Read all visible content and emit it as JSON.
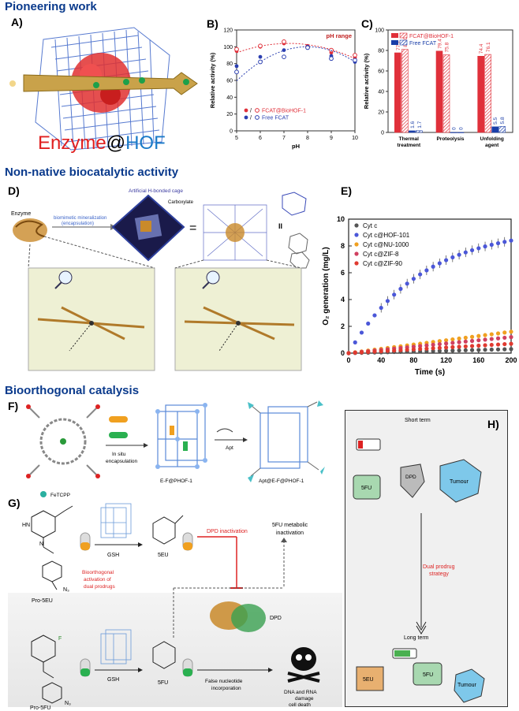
{
  "sections": {
    "pioneering": "Pioneering work",
    "nonnative": "Non-native biocatalytic activity",
    "bioorthogonal": "Bioorthogonal catalysis"
  },
  "panels": {
    "A": "A)",
    "B": "B)",
    "C": "C)",
    "D": "D)",
    "E": "E)",
    "F": "F)",
    "G": "G)",
    "H": "H)"
  },
  "panelA": {
    "enzyme": "Enzyme",
    "at": "@",
    "hof": "HOF"
  },
  "panelD": {
    "enzyme": "Enzyme",
    "cage": "Artificial H-bonded cage",
    "carboxylate": "Carboxylate",
    "mineral": "biomimetic mineralization",
    "encap": "(encapsulation)",
    "eq": "=",
    "ii": "II"
  },
  "panelF": {
    "insitu": "In situ",
    "encapsulation": "encapsulation",
    "apt": "Apt",
    "efp": "E-F@PHOF-1",
    "aptefp": "Apt@E-F@PHOF-1",
    "fetcpp": "FeTCPP"
  },
  "panelG": {
    "pro5eu": "Pro-5EU",
    "pro5fu": "Pro-5FU",
    "gsh1": "GSH",
    "gsh2": "GSH",
    "fiveeu": "5EU",
    "fivefu": "5FU",
    "dpdinact": "DPD inactivation",
    "metab1": "5FU metabolic",
    "metab2": "inactivation",
    "bio1": "Bioorthogonal",
    "bio2": "activation of",
    "bio3": "dual prodrugs",
    "dpd": "DPD",
    "false1": "False nucleotide",
    "false2": "incorporation",
    "dna1": "DNA and RNA",
    "dna2": "damage",
    "dna3": "cell death",
    "n3a": "N₃",
    "n3b": "N₃",
    "f": "F"
  },
  "panelH": {
    "shortterm": "Short term",
    "longterm": "Long term",
    "fivefu": "5FU",
    "dpd": "DPD",
    "tumour": "Tumour",
    "dual1": "Dual prodrug",
    "dual2": "strategy",
    "fivefu2": "5FU",
    "fiveeu": "5EU",
    "tumour2": "Tumour"
  },
  "chart_data": [
    {
      "type": "scatter",
      "panel": "B",
      "annotation": "pH range",
      "xlabel": "pH",
      "ylabel": "Relative activity (%)",
      "xlim": [
        5,
        10
      ],
      "ylim": [
        0,
        120
      ],
      "xticks": [
        5,
        6,
        7,
        8,
        9,
        10
      ],
      "yticks": [
        0,
        20,
        40,
        60,
        80,
        100,
        120
      ],
      "x": [
        5,
        6,
        7,
        8,
        9,
        10
      ],
      "series": [
        {
          "name": "FCAT@BioHOF-1",
          "color": "#e0303a",
          "filled": [
            95,
            100,
            104,
            101,
            93,
            87
          ],
          "open": [
            97,
            101,
            106,
            100,
            96,
            90
          ]
        },
        {
          "name": "Free FCAT",
          "color": "#2b3fb0",
          "filled": [
            77,
            88,
            96,
            100,
            89,
            82
          ],
          "open": [
            70,
            82,
            88,
            99,
            86,
            84
          ]
        }
      ]
    },
    {
      "type": "bar",
      "panel": "C",
      "ylabel": "Relative activity (%)",
      "ylim": [
        0,
        100
      ],
      "yticks": [
        0,
        20,
        40,
        60,
        80,
        100
      ],
      "categories": [
        "Thermal treatment",
        "Proteolysis",
        "Unfolding agent"
      ],
      "category_lines": [
        [
          "Thermal",
          "treatment"
        ],
        [
          "Proteolysis"
        ],
        [
          "Unfolding",
          "agent"
        ]
      ],
      "legend": [
        "FCAT@BioHOF-1",
        "Free FCAT"
      ],
      "series": [
        {
          "name": "FCAT@BioHOF-1",
          "color": "#e0303a",
          "solid": [
            77.7,
            79.4,
            74.4
          ],
          "hatched": [
            81.0,
            75.8,
            76.1
          ]
        },
        {
          "name": "Free FCAT",
          "color": "#1a3ea8",
          "solid": [
            1.6,
            0,
            5.5
          ],
          "hatched": [
            1.7,
            0,
            5.8
          ]
        }
      ],
      "solid_labels": [
        "77.7",
        "79.4",
        "74.4"
      ],
      "hatched_labels": [
        "81.0",
        "75.8",
        "76.1"
      ],
      "free_solid_labels": [
        "1.6",
        "0",
        "5.5"
      ],
      "free_hatched_labels": [
        "1.7",
        "0",
        "5.8"
      ]
    },
    {
      "type": "scatter",
      "panel": "E",
      "xlabel": "Time (s)",
      "ylabel": "O₂ generation (mg/L)",
      "xlim": [
        0,
        200
      ],
      "ylim": [
        0,
        10
      ],
      "xticks": [
        0,
        40,
        80,
        120,
        160,
        200
      ],
      "yticks": [
        0,
        2,
        4,
        6,
        8,
        10
      ],
      "series": [
        {
          "name": "Cyt c",
          "color": "#555555",
          "end": 0.3
        },
        {
          "name": "Cyt c@HOF-101",
          "color": "#4b57d8",
          "end": 8.4
        },
        {
          "name": "Cyt c@NU-1000",
          "color": "#f0a020",
          "end": 1.6
        },
        {
          "name": "Cyt c@ZIF-8",
          "color": "#d04060",
          "end": 1.2
        },
        {
          "name": "Cyt c@ZIF-90",
          "color": "#e03a30",
          "end": 0.7
        }
      ]
    }
  ]
}
